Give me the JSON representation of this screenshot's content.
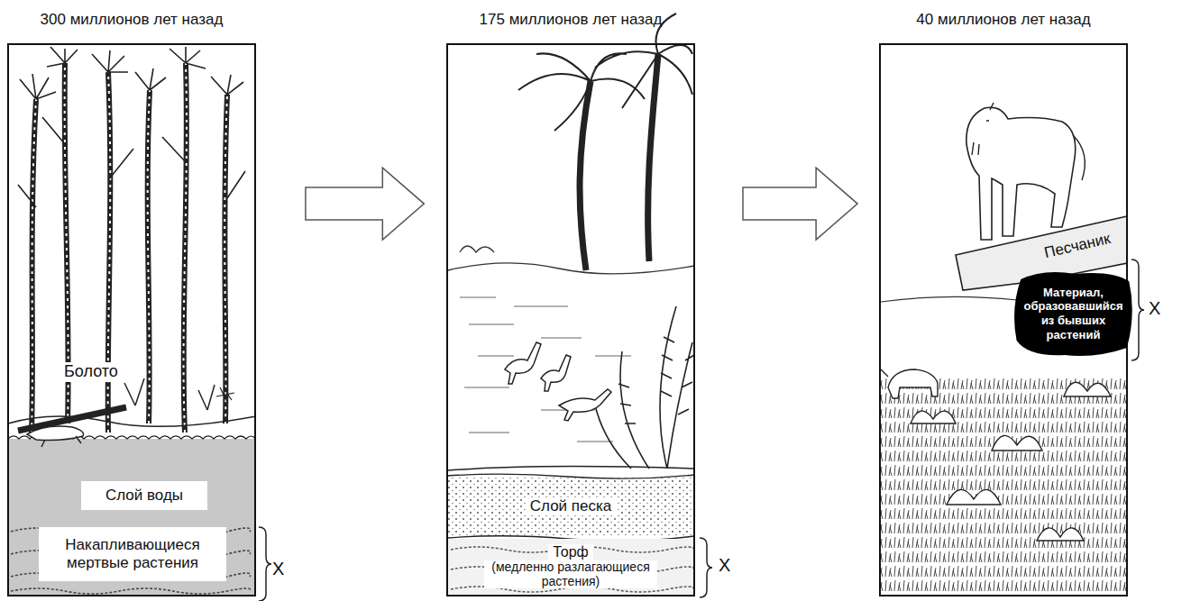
{
  "diagram": {
    "nodes": [
      {
        "text": [
          "300 миллионов лет назад"
        ]
      },
      {
        "text": [
          "Слой воды"
        ],
        "in": 0
      },
      {
        "text": [
          "Накапливающиеся мертвые растения"
        ],
        "in": 0
      },
      {
        "text": [
          "175 миллионов лет назад"
        ]
      },
      {
        "text": [
          "Слой песка"
        ],
        "in": 3
      },
      {
        "text": [
          "Торф",
          "(медленно разлагающиеся растения)"
        ],
        "in": 3
      },
      {
        "text": [
          "40 миллионов лет назад"
        ]
      },
      {
        "text": [
          "Песчаник"
        ],
        "in": 6
      },
      {
        "text": [
          "Материал, образовавшийся из бывших растений"
        ],
        "in": 6
      }
    ],
    "edges": [
      {
        "from": 0,
        "to": 3,
        "arrow": "to"
      },
      {
        "from": 3,
        "to": 6,
        "arrow": "to"
      }
    ],
    "labels": [
      "Болото",
      "X",
      "X",
      "X"
    ]
  }
}
